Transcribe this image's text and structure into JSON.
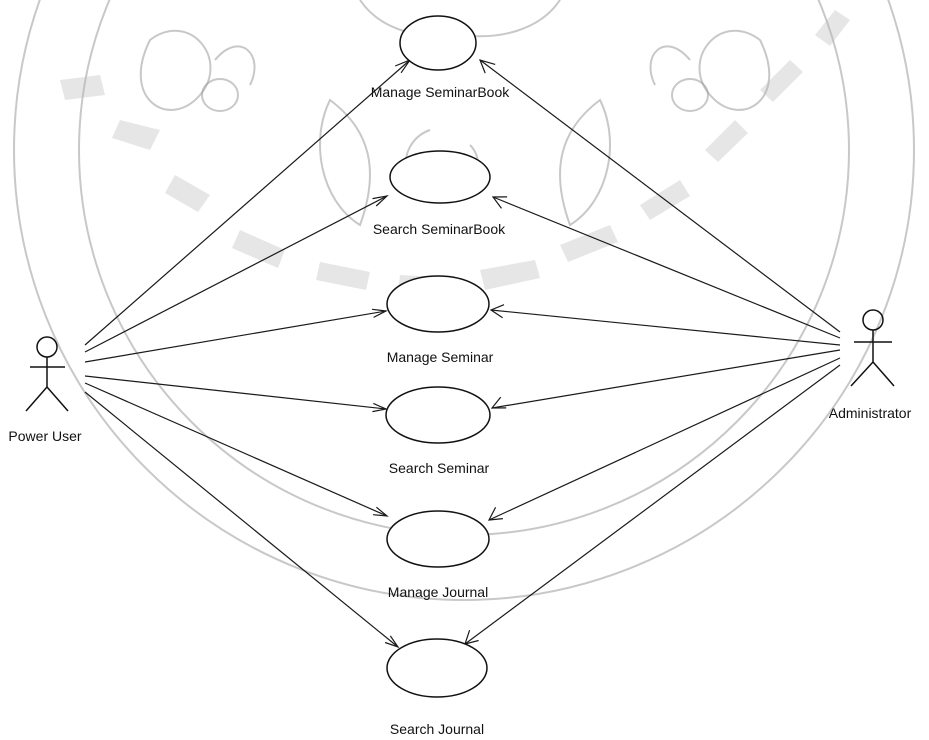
{
  "actors": {
    "power_user": {
      "label": "Power User"
    },
    "administrator": {
      "label": "Administrator"
    }
  },
  "use_cases": [
    {
      "id": "uc1",
      "label": "Manage SeminarBook"
    },
    {
      "id": "uc2",
      "label": "Search SeminarBook"
    },
    {
      "id": "uc3",
      "label": "Manage Seminar"
    },
    {
      "id": "uc4",
      "label": "Search Seminar"
    },
    {
      "id": "uc5",
      "label": "Manage Journal"
    },
    {
      "id": "uc6",
      "label": "Search Journal"
    }
  ],
  "associations": [
    {
      "from": "power_user",
      "to": "uc1"
    },
    {
      "from": "power_user",
      "to": "uc2"
    },
    {
      "from": "power_user",
      "to": "uc3"
    },
    {
      "from": "power_user",
      "to": "uc4"
    },
    {
      "from": "power_user",
      "to": "uc5"
    },
    {
      "from": "power_user",
      "to": "uc6"
    },
    {
      "from": "administrator",
      "to": "uc1"
    },
    {
      "from": "administrator",
      "to": "uc2"
    },
    {
      "from": "administrator",
      "to": "uc3"
    },
    {
      "from": "administrator",
      "to": "uc4"
    },
    {
      "from": "administrator",
      "to": "uc5"
    },
    {
      "from": "administrator",
      "to": "uc6"
    }
  ],
  "colors": {
    "stroke": "#111111",
    "watermark": "#9a9a9a",
    "background": "#ffffff"
  }
}
